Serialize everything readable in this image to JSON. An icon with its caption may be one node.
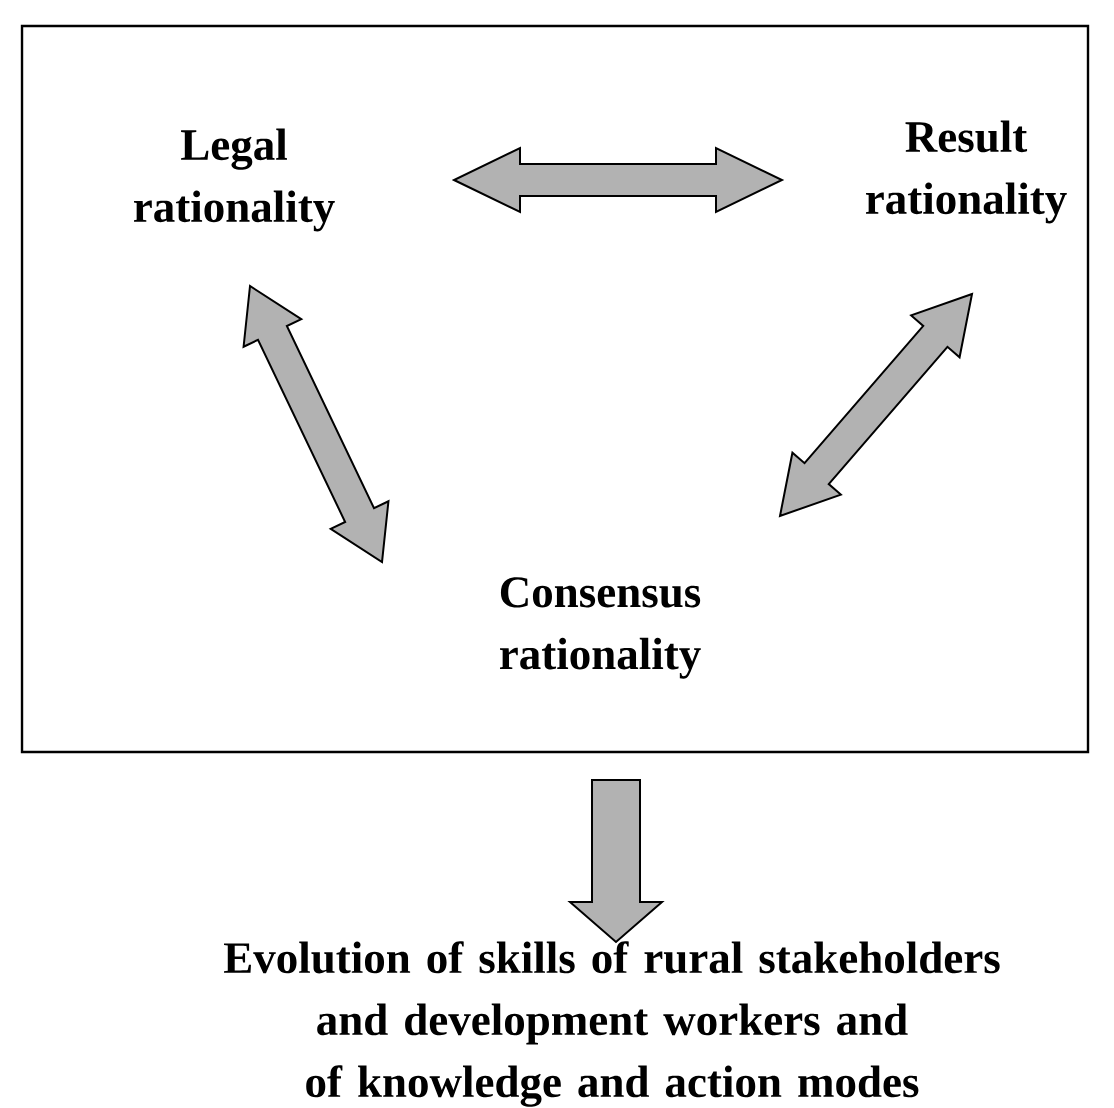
{
  "diagram": {
    "nodes": [
      {
        "text": [],
        "shape": "box"
      },
      {
        "text": [
          "Legal rationality"
        ],
        "in": 0
      },
      {
        "text": [
          "Result rationality"
        ],
        "in": 0
      },
      {
        "text": [
          "Consensus rationality"
        ],
        "in": 0
      },
      {
        "text": [
          "Evolution of skills of rural stakeholders and development workers and of knowledge and action modes"
        ]
      }
    ],
    "edges": [
      {
        "from": 1,
        "to": 2,
        "arrow": "both"
      },
      {
        "from": 1,
        "to": 3,
        "arrow": "both"
      },
      {
        "from": 2,
        "to": 3,
        "arrow": "both"
      },
      {
        "from": 0,
        "to": 4,
        "arrow": "to"
      }
    ]
  }
}
